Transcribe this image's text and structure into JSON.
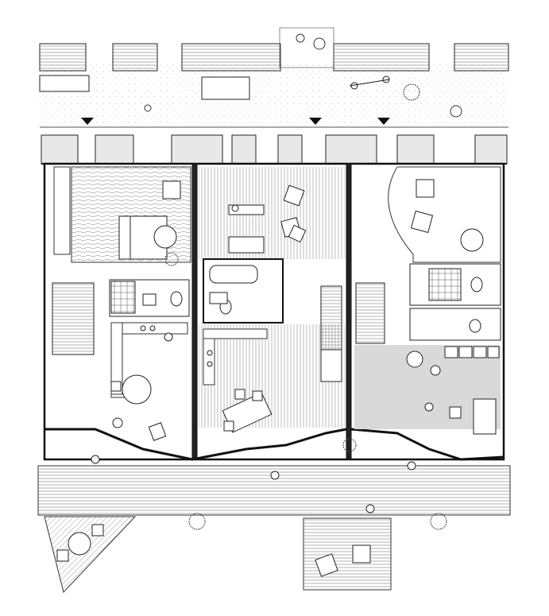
{
  "colors": {
    "ink": "#1a1a1a",
    "paper": "#ffffff",
    "stone_fill": "#e8e8e8",
    "shaded_floor": "#d9d9d9",
    "car_top": "#eeeeee",
    "path_tone": "#f7f7f7"
  },
  "icons": {
    "entry_marker": "downward-triangle",
    "tree": "scribble-shrub",
    "plant": "leafy-plant"
  },
  "entries": [
    {
      "id": "entry-1"
    },
    {
      "id": "entry-2"
    },
    {
      "id": "entry-3"
    }
  ],
  "units": [
    {
      "id": "unit-left"
    },
    {
      "id": "unit-middle"
    },
    {
      "id": "unit-right"
    }
  ]
}
